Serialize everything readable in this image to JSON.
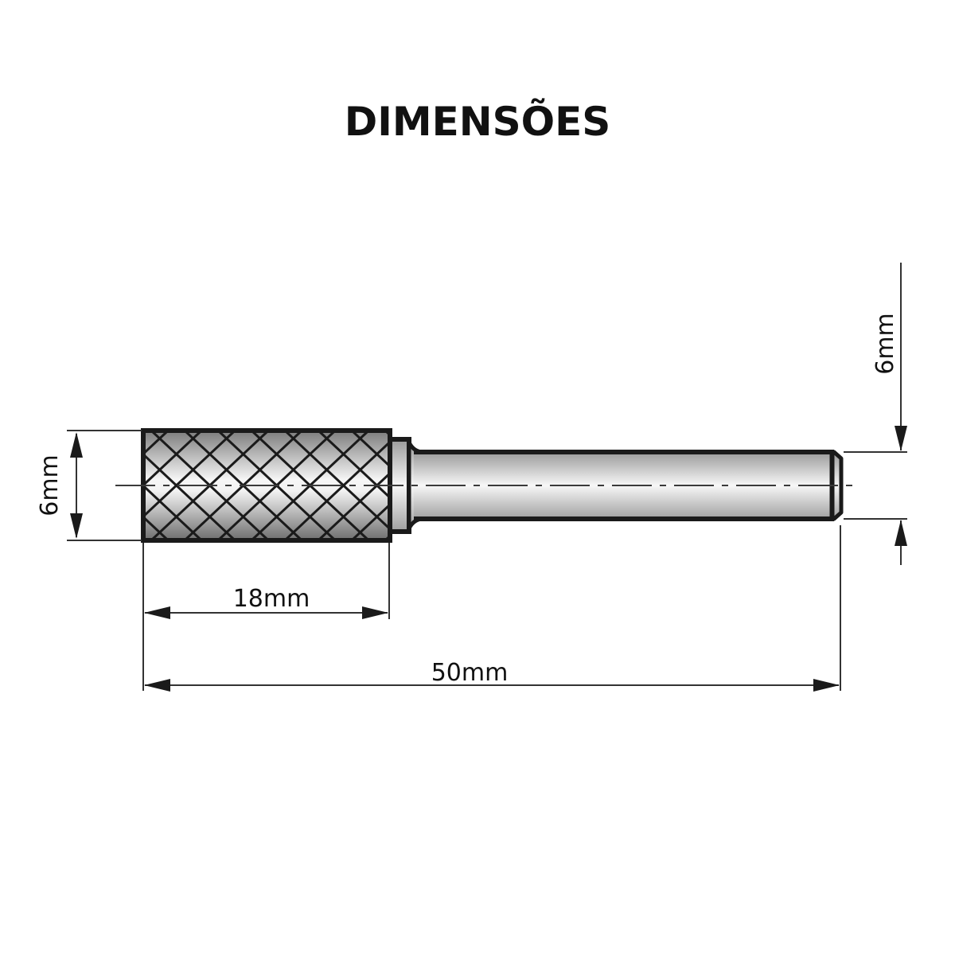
{
  "title": "DIMENSÕES",
  "colors": {
    "outline": "#1a1a1a",
    "dimension_line": "#333333",
    "metal_light": "#f4f4f4",
    "metal_dark": "#7a7a7a",
    "background": "#ffffff"
  },
  "part": {
    "name": "carbide-burr-cylindrical",
    "head": {
      "label": "cutting-head",
      "pattern": "diamond-cross-cut"
    },
    "shank": {
      "label": "shank"
    }
  },
  "dimensions": {
    "head_diameter": {
      "value": "6mm",
      "orientation": "vertical",
      "position": "left"
    },
    "shank_diameter": {
      "value": "6mm",
      "orientation": "vertical",
      "position": "right"
    },
    "head_length": {
      "value": "18mm",
      "orientation": "horizontal"
    },
    "total_length": {
      "value": "50mm",
      "orientation": "horizontal"
    }
  }
}
